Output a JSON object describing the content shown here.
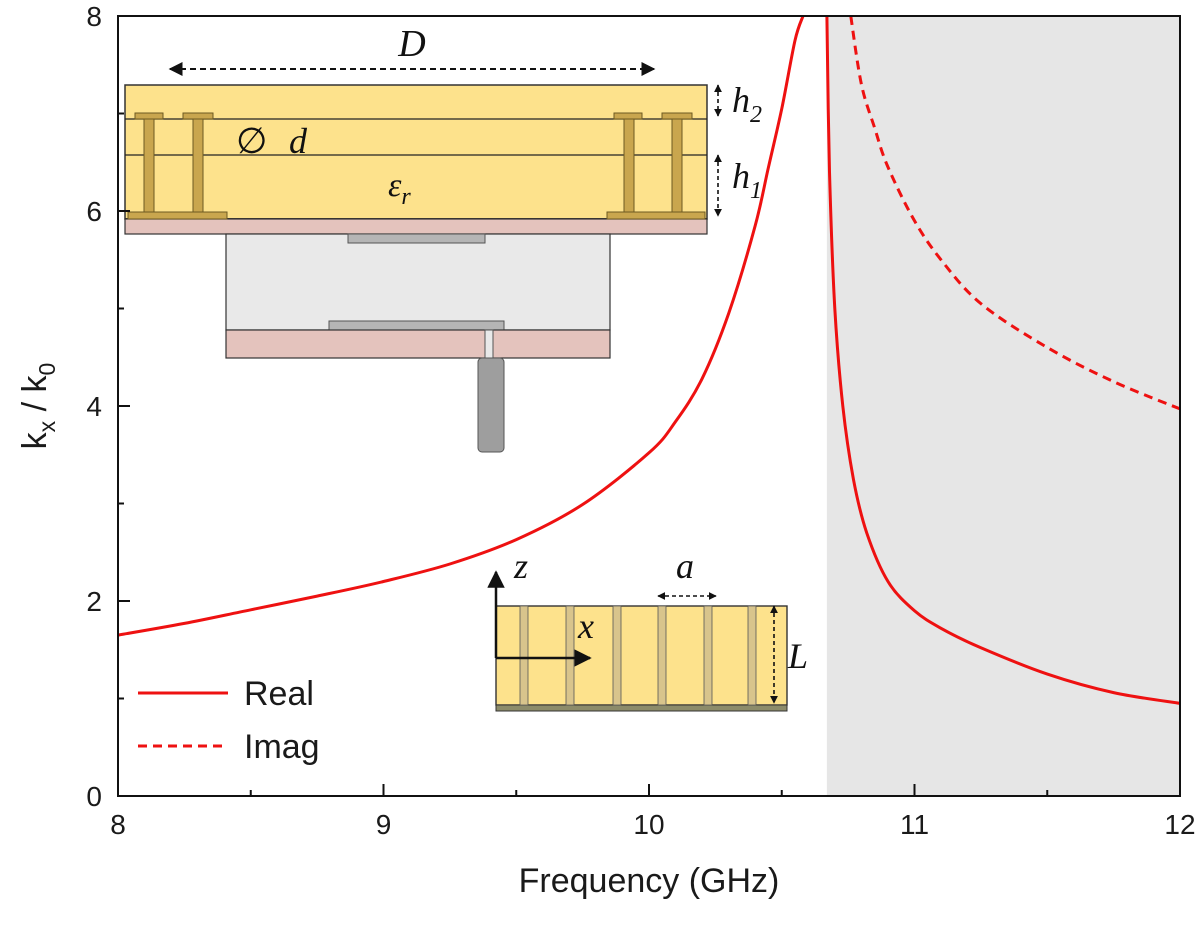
{
  "chart_data": {
    "type": "line",
    "xlabel": "Frequency (GHz)",
    "ylabel_main": "k",
    "ylabel_sub1": "x",
    "ylabel_mid": " / k",
    "ylabel_sub2": "0",
    "xlim": [
      8,
      12
    ],
    "ylim": [
      0,
      8
    ],
    "xticks": [
      8,
      9,
      10,
      11,
      12
    ],
    "yticks": [
      0,
      2,
      4,
      6,
      8
    ],
    "grid": false,
    "legend_position": "bottom-left",
    "shaded_region": {
      "x_from": 10.67,
      "x_to": 12,
      "color": "#e6e6e6"
    },
    "series": [
      {
        "name": "Real",
        "style": "solid",
        "color": "#ee1111",
        "x": [
          8.0,
          8.25,
          8.5,
          8.75,
          9.0,
          9.25,
          9.5,
          9.75,
          10.0,
          10.1,
          10.2,
          10.3,
          10.4,
          10.45,
          10.5,
          10.55,
          10.58
        ],
        "y": [
          1.65,
          1.77,
          1.91,
          2.05,
          2.2,
          2.38,
          2.63,
          2.99,
          3.52,
          3.84,
          4.28,
          4.95,
          5.85,
          6.45,
          7.05,
          7.75,
          8.0
        ]
      },
      {
        "name": "Real",
        "style": "solid",
        "color": "#ee1111",
        "x": [
          10.67,
          10.68,
          10.7,
          10.73,
          10.77,
          10.82,
          10.9,
          11.0,
          11.1,
          11.25,
          11.5,
          11.75,
          12.0
        ],
        "y": [
          8.0,
          6.4,
          5.0,
          4.0,
          3.25,
          2.7,
          2.2,
          1.9,
          1.72,
          1.52,
          1.25,
          1.06,
          0.95
        ]
      },
      {
        "name": "Imag",
        "style": "dashed",
        "color": "#ee1111",
        "x": [
          10.76,
          10.8,
          10.85,
          10.9,
          11.0,
          11.1,
          11.25,
          11.5,
          11.75,
          12.0
        ],
        "y": [
          8.0,
          7.3,
          6.85,
          6.45,
          5.9,
          5.5,
          5.05,
          4.6,
          4.25,
          3.97
        ]
      }
    ],
    "legend": [
      {
        "label": "Real",
        "style": "solid"
      },
      {
        "label": "Imag",
        "style": "dashed"
      }
    ],
    "inset_labels": {
      "D": "D",
      "h2_base": "h",
      "h2_sub": "2",
      "d_symbol": "∅",
      "d": "d",
      "er_base": "ε",
      "er_sub": "r",
      "h1_base": "h",
      "h1_sub": "1",
      "z": "z",
      "x": "x",
      "a": "a",
      "L": "L"
    }
  }
}
